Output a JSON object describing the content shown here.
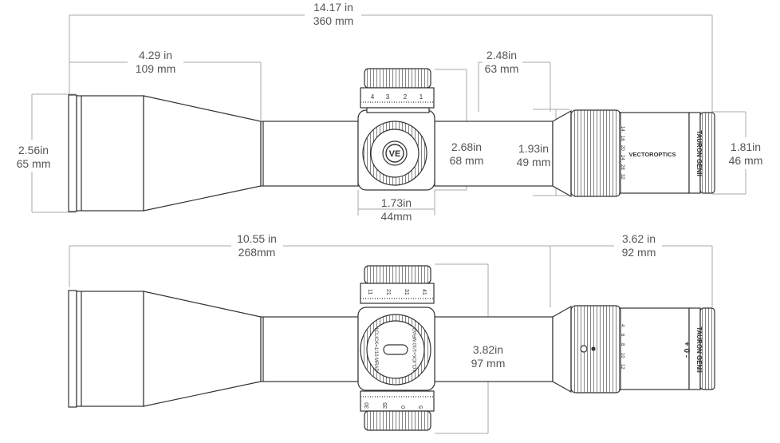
{
  "dimensions": {
    "overall_length": {
      "in": "14.17 in",
      "mm": "360 mm"
    },
    "objective_length": {
      "in": "4.29 in",
      "mm": "109 mm"
    },
    "eyepiece_length": {
      "in": "2.48in",
      "mm": "63 mm"
    },
    "objective_diameter": {
      "in": "2.56in",
      "mm": "65 mm"
    },
    "turret_height_side": {
      "in": "2.68in",
      "mm": "68 mm"
    },
    "eyepiece_diameter": {
      "in": "1.93in",
      "mm": "49 mm"
    },
    "ocular_diameter": {
      "in": "1.81in",
      "mm": "46 mm"
    },
    "turret_width": {
      "in": "1.73in",
      "mm": "44mm"
    },
    "front_to_saddle": {
      "in": "10.55 in",
      "mm": "268mm"
    },
    "saddle_to_rear": {
      "in": "3.62 in",
      "mm": "92 mm"
    },
    "turret_height_top": {
      "in": "3.82in",
      "mm": "97 mm"
    }
  },
  "markings": {
    "brand": "VECTOROPTICS",
    "model": "TAURON GENII",
    "elevation_turret_numbers": [
      "4",
      "3",
      "2",
      "1"
    ],
    "top_turret_numbers": [
      "11",
      "21",
      "31",
      "41"
    ],
    "lower_turret_numbers": [
      "30",
      "35",
      "0",
      "5"
    ],
    "power_ring_numbers": [
      "14",
      "16",
      "20",
      "24",
      "28",
      "32"
    ],
    "power_ring_numbers_top": [
      "4",
      "6",
      "8",
      "10",
      "12"
    ],
    "diopter_marks": "+ 0 -",
    "cap_text_left": "1CLICK=1/10 MRAD",
    "cap_text_right": "1CLICK=1/10 MRAD"
  },
  "colors": {
    "line": "#333333",
    "guide": "#aaaaaa",
    "text": "#555555"
  },
  "icons": {
    "logo": "vector-optics-logo-icon"
  }
}
